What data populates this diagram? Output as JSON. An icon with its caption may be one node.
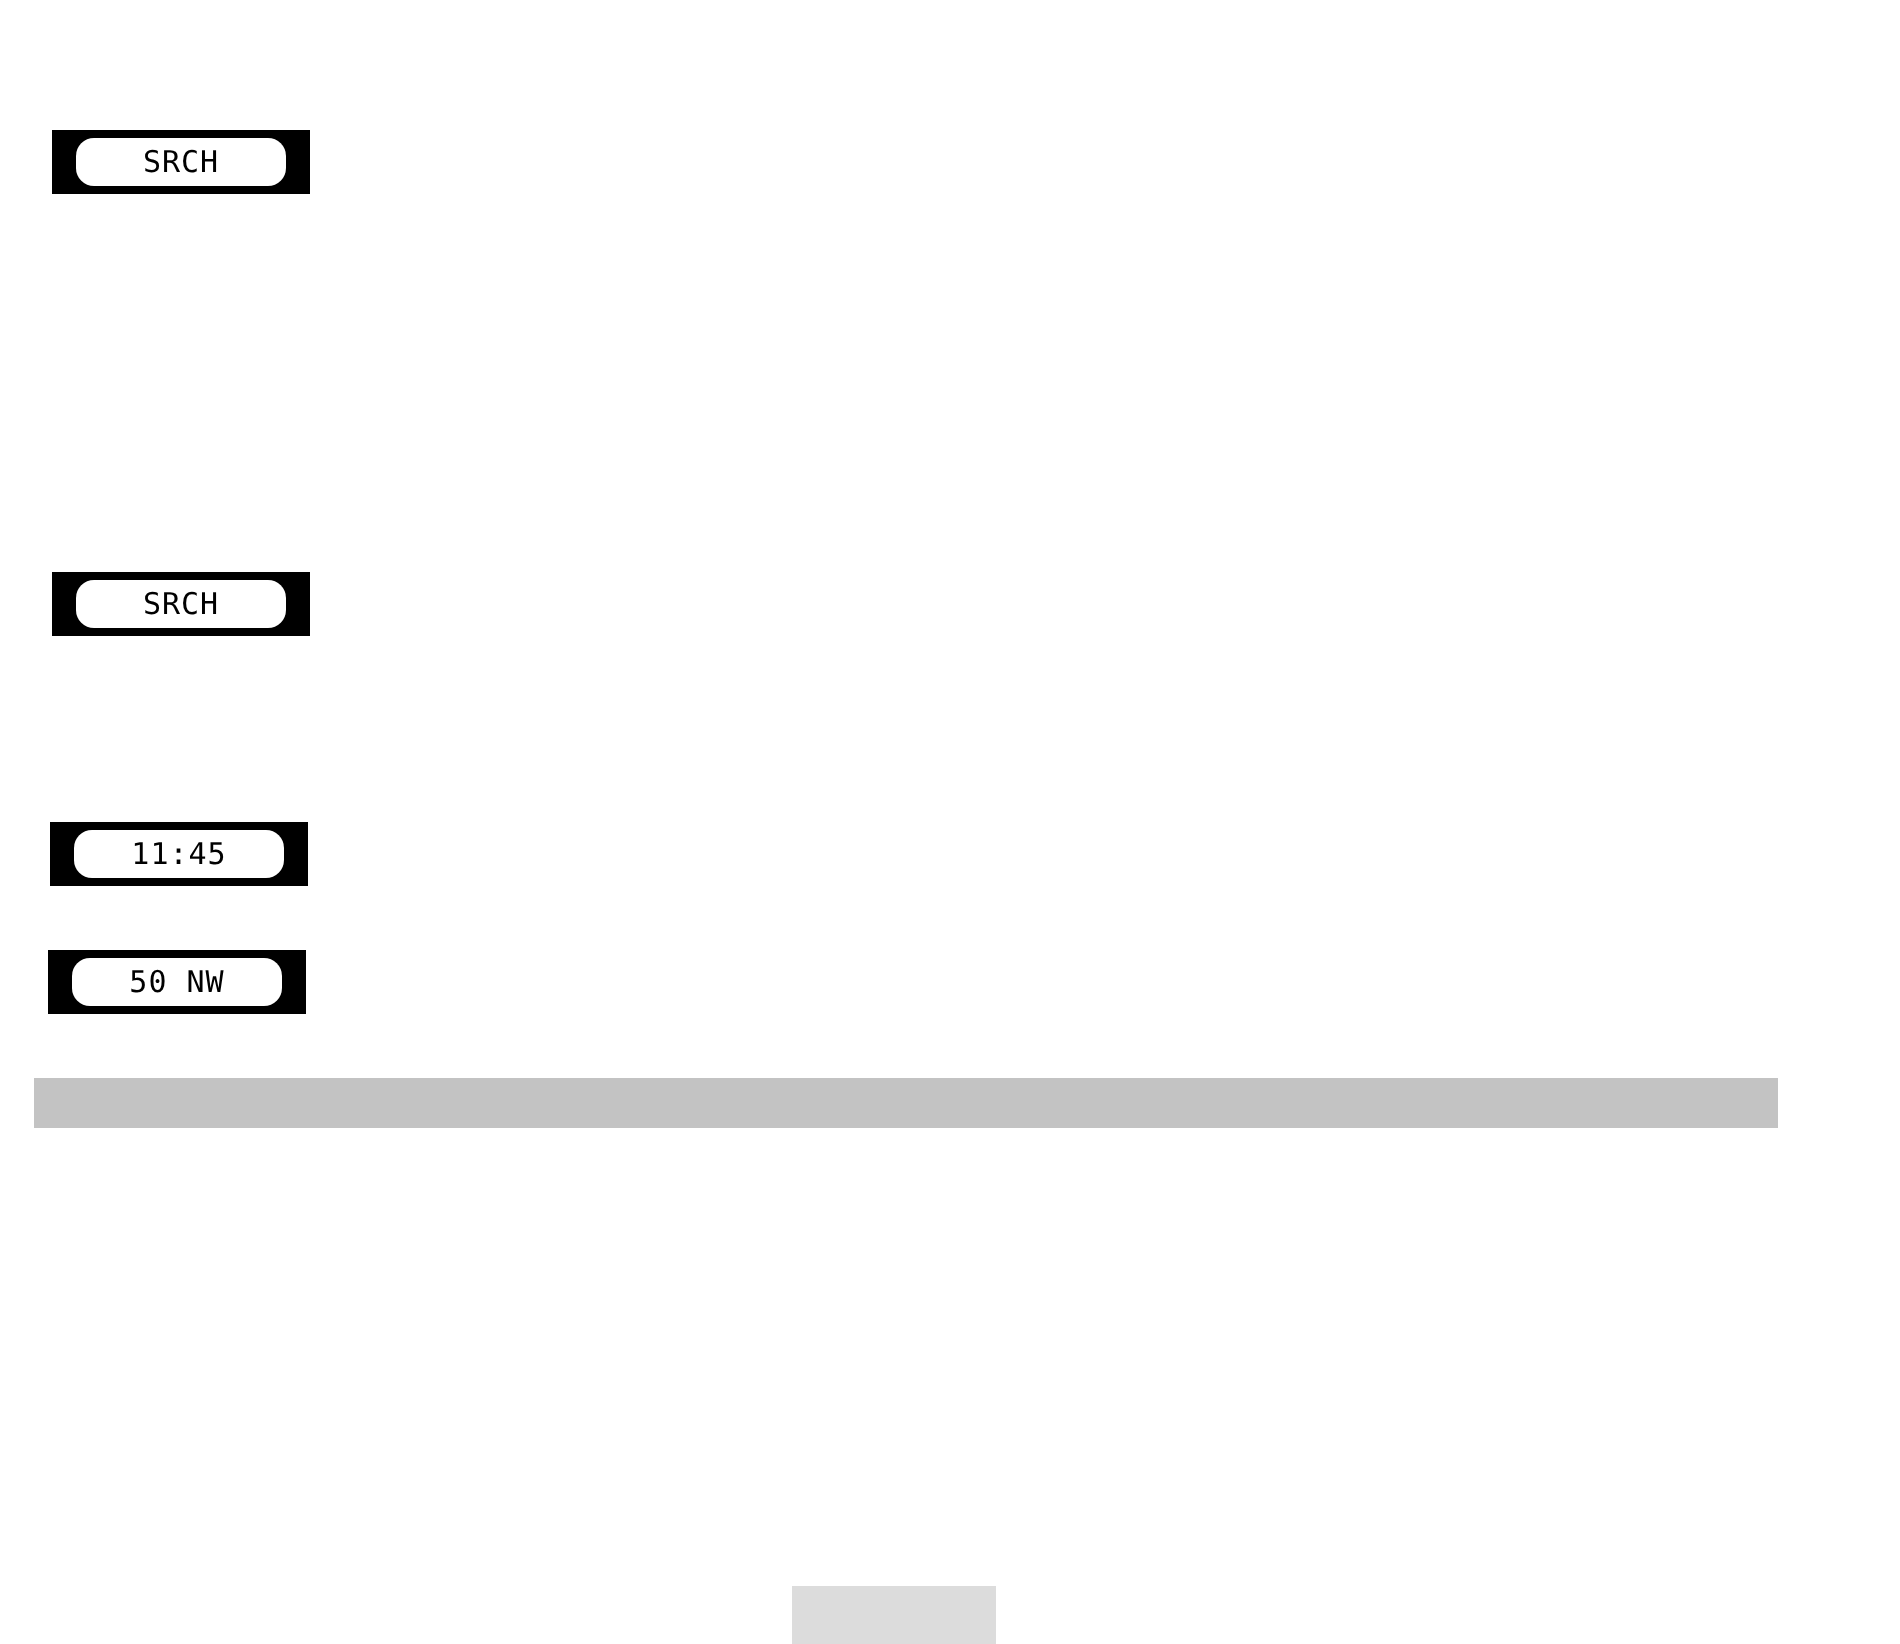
{
  "diagram": {
    "nodes": [
      {
        "text": [
          "SRCH"
        ]
      },
      {
        "text": [
          "SRCH"
        ]
      },
      {
        "text": [
          "11:45"
        ]
      },
      {
        "text": [
          "50 NW"
        ]
      },
      {
        "text": [],
        "shape": "bar"
      },
      {
        "text": [],
        "shape": "box"
      }
    ]
  }
}
